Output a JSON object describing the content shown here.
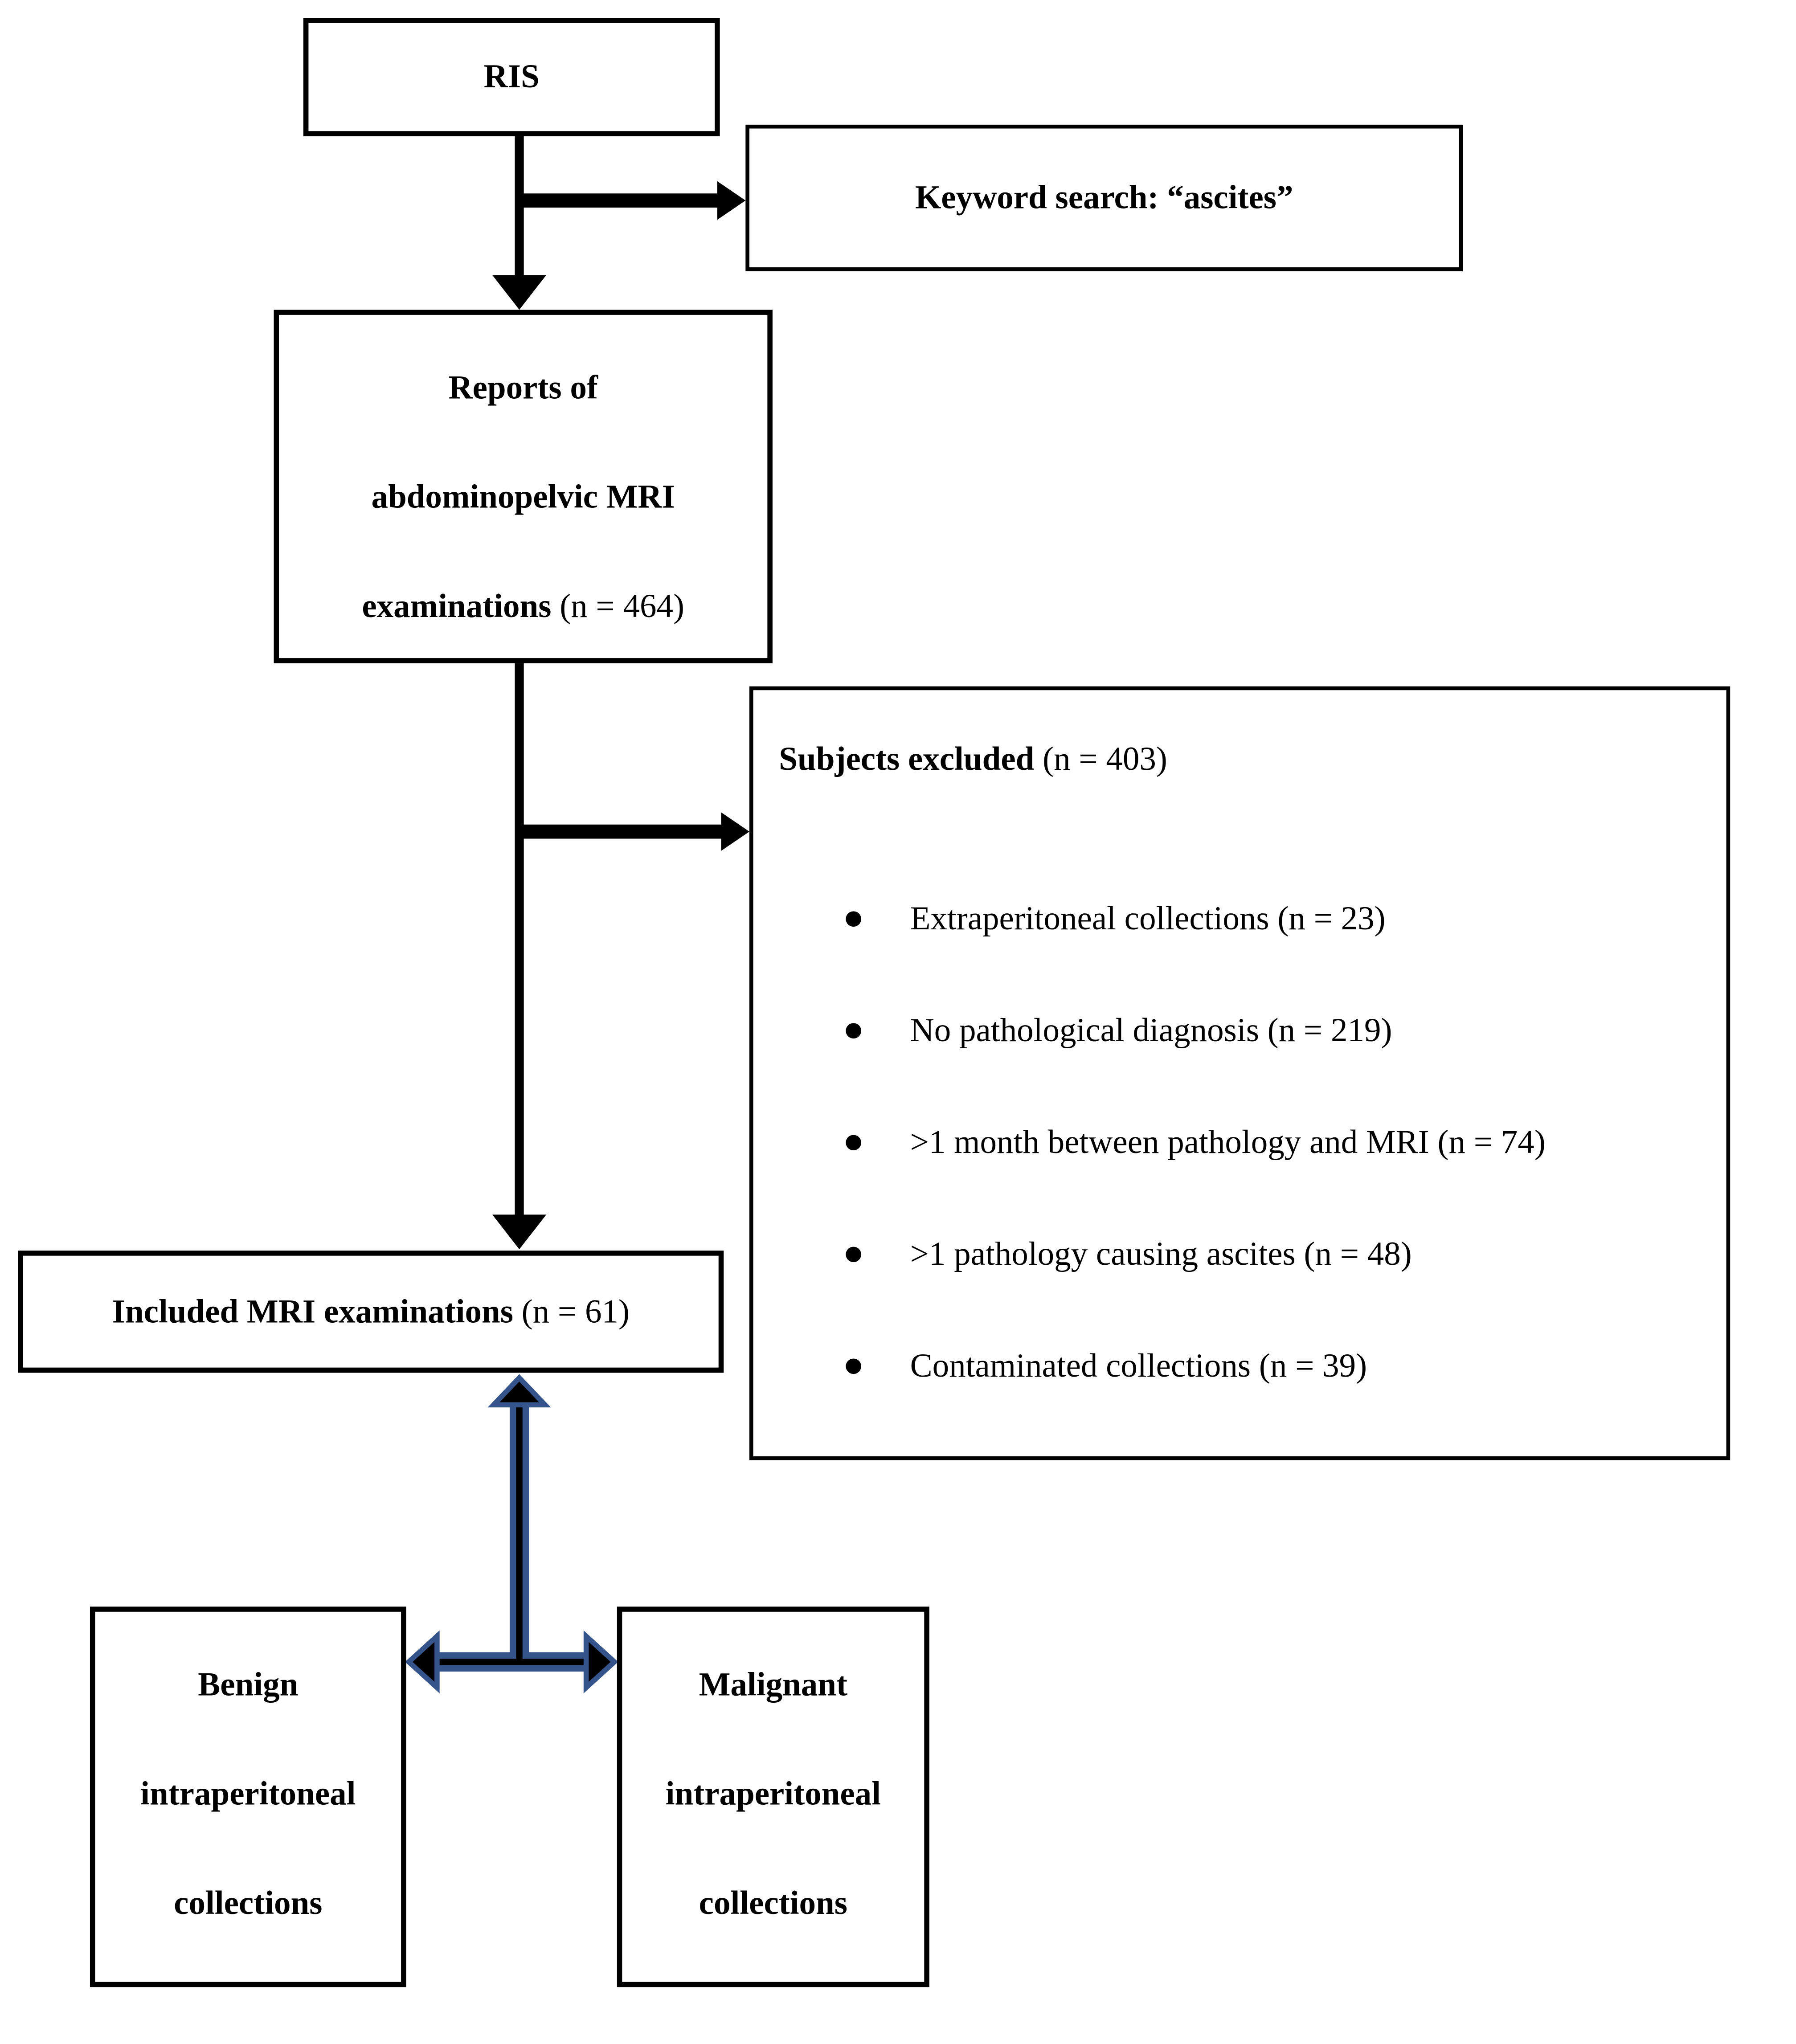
{
  "figure": {
    "type": "flow-diagram",
    "background": "#ffffff",
    "colors": {
      "line_black": "#000000",
      "arrow_blue_outline": "#35548c",
      "box_border": "#000000",
      "box_background": "#ffffff"
    },
    "boxes": {
      "ris": {
        "title": "RIS"
      },
      "keyword_search": {
        "title": "Keyword search: “ascites”"
      },
      "reports": {
        "line1": "Reports of",
        "line2": "abdominopelvic MRI",
        "line3_bold": "examinations",
        "line3_normal": " (n = 464)"
      },
      "subjects_excluded": {
        "header_bold": "Subjects excluded",
        "header_normal": " (n = 403)",
        "bullets": [
          "Extraperitoneal collections (n = 23)",
          "No pathological diagnosis (n = 219)",
          ">1 month between pathology and MRI (n = 74)",
          ">1 pathology causing ascites (n = 48)",
          "Contaminated collections (n = 39)"
        ]
      },
      "included": {
        "bold": "Included MRI examinations",
        "normal": " (n = 61)"
      },
      "benign": {
        "line1": "Benign",
        "line2": "intraperitoneal",
        "line3": "collections"
      },
      "malignant": {
        "line1": "Malignant",
        "line2": "intraperitoneal",
        "line3": "collections"
      }
    }
  }
}
